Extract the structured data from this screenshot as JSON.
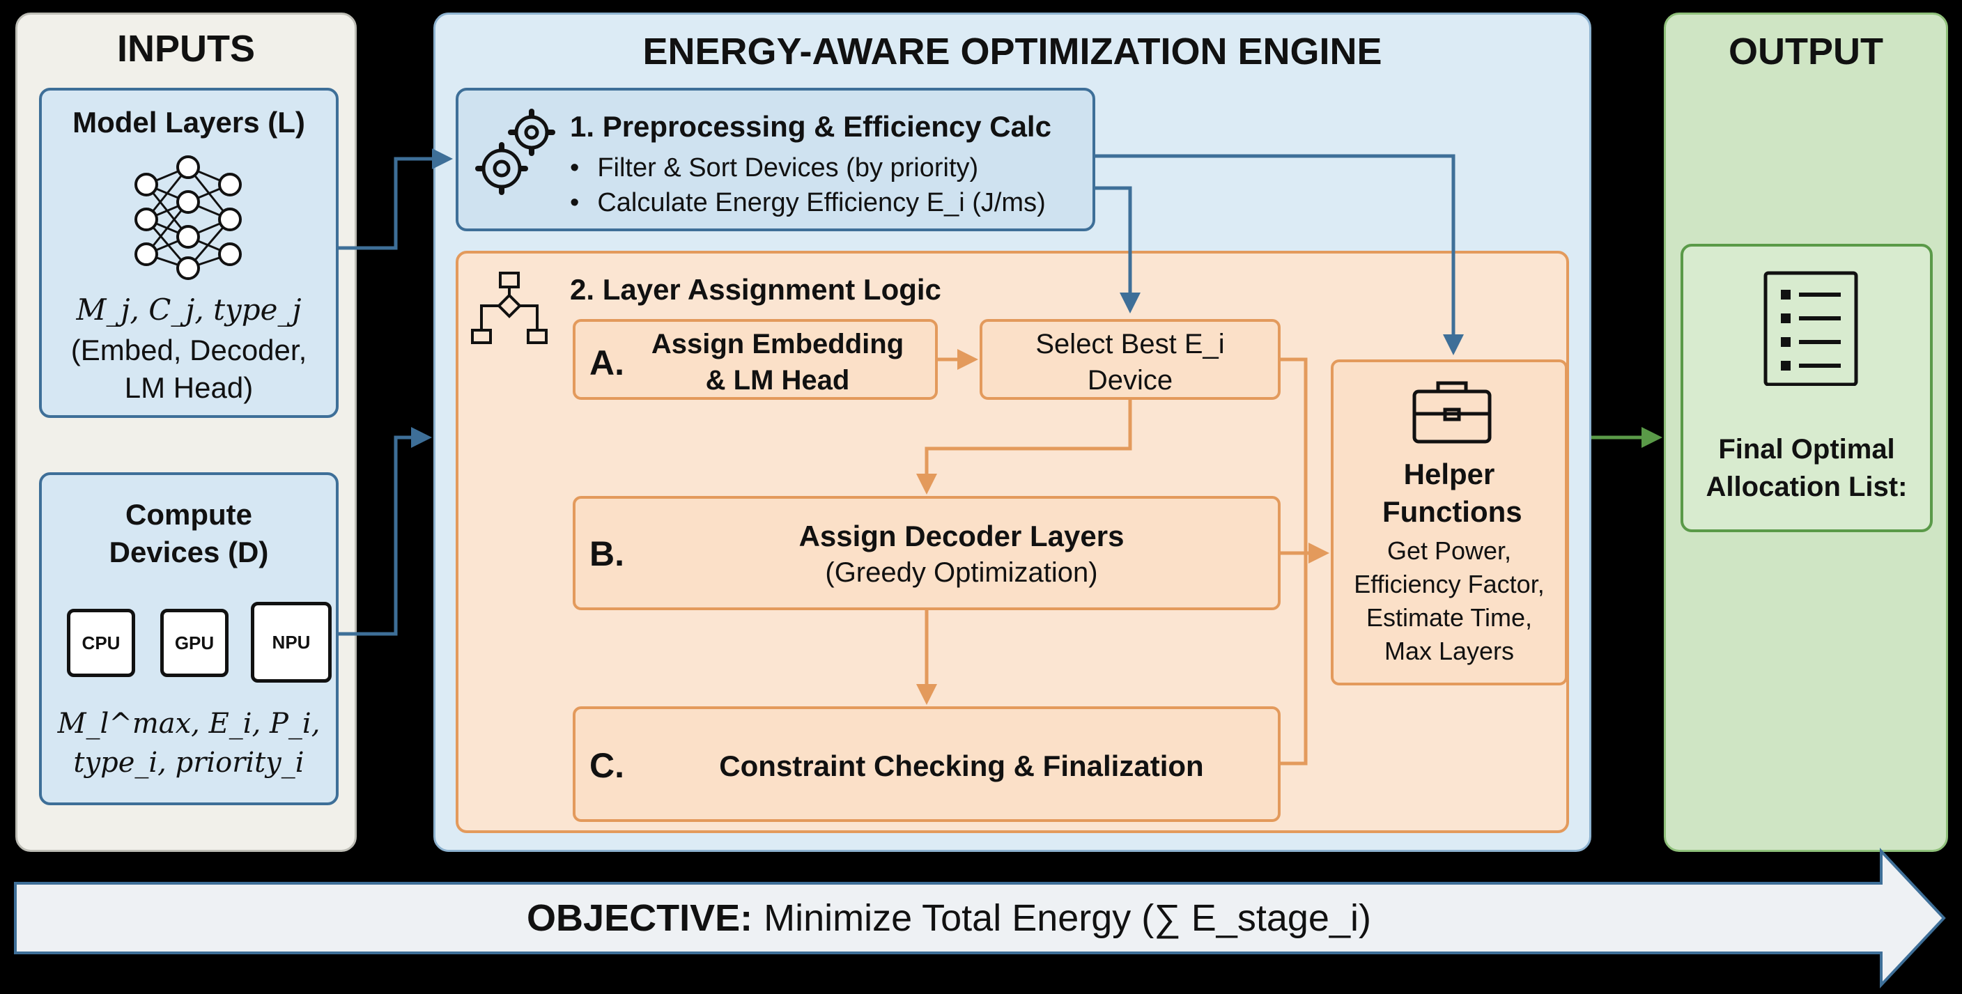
{
  "inputs": {
    "title": "INPUTS",
    "model_layers": {
      "title": "Model Layers (L)",
      "vars": "M_j, C_j, type_j",
      "types": "(Embed, Decoder, LM Head)"
    },
    "compute_devices": {
      "title": "Compute Devices (D)",
      "chips": [
        "CPU",
        "GPU",
        "NPU"
      ],
      "vars_line1": "M_l^max, E_i, P_i,",
      "vars_line2": "type_i, priority_i"
    }
  },
  "engine": {
    "title": "ENERGY-AWARE OPTIMIZATION ENGINE",
    "preprocessing": {
      "title": "1. Preprocessing & Efficiency Calc",
      "bullet1": "Filter & Sort Devices (by priority)",
      "bullet2": "Calculate Energy Efficiency E_i (J/ms)"
    },
    "assignment": {
      "title": "2. Layer Assignment Logic",
      "step_a": {
        "letter": "A.",
        "label": "Assign Embedding & LM Head"
      },
      "select": {
        "label": "Select Best E_i Device"
      },
      "step_b": {
        "letter": "B.",
        "label": "Assign Decoder Layers",
        "sub": "(Greedy Optimization)"
      },
      "step_c": {
        "letter": "C.",
        "label": "Constraint Checking & Finalization"
      },
      "helper": {
        "title": "Helper Functions",
        "items": [
          "Get Power,",
          "Efficiency Factor,",
          "Estimate Time,",
          "Max Layers"
        ]
      }
    }
  },
  "output": {
    "title": "OUTPUT",
    "label": "Final Optimal Allocation List:"
  },
  "objective": {
    "label": "OBJECTIVE:",
    "text": "Minimize Total Energy (∑ E_stage_i)"
  },
  "colors": {
    "inputs_bg": "#f1f0ea",
    "engine_bg": "#dcebf5",
    "output_bg": "#cfe5c4",
    "orange": "#e39a5c",
    "blue": "#3e6f98",
    "green": "#5a9a48"
  }
}
